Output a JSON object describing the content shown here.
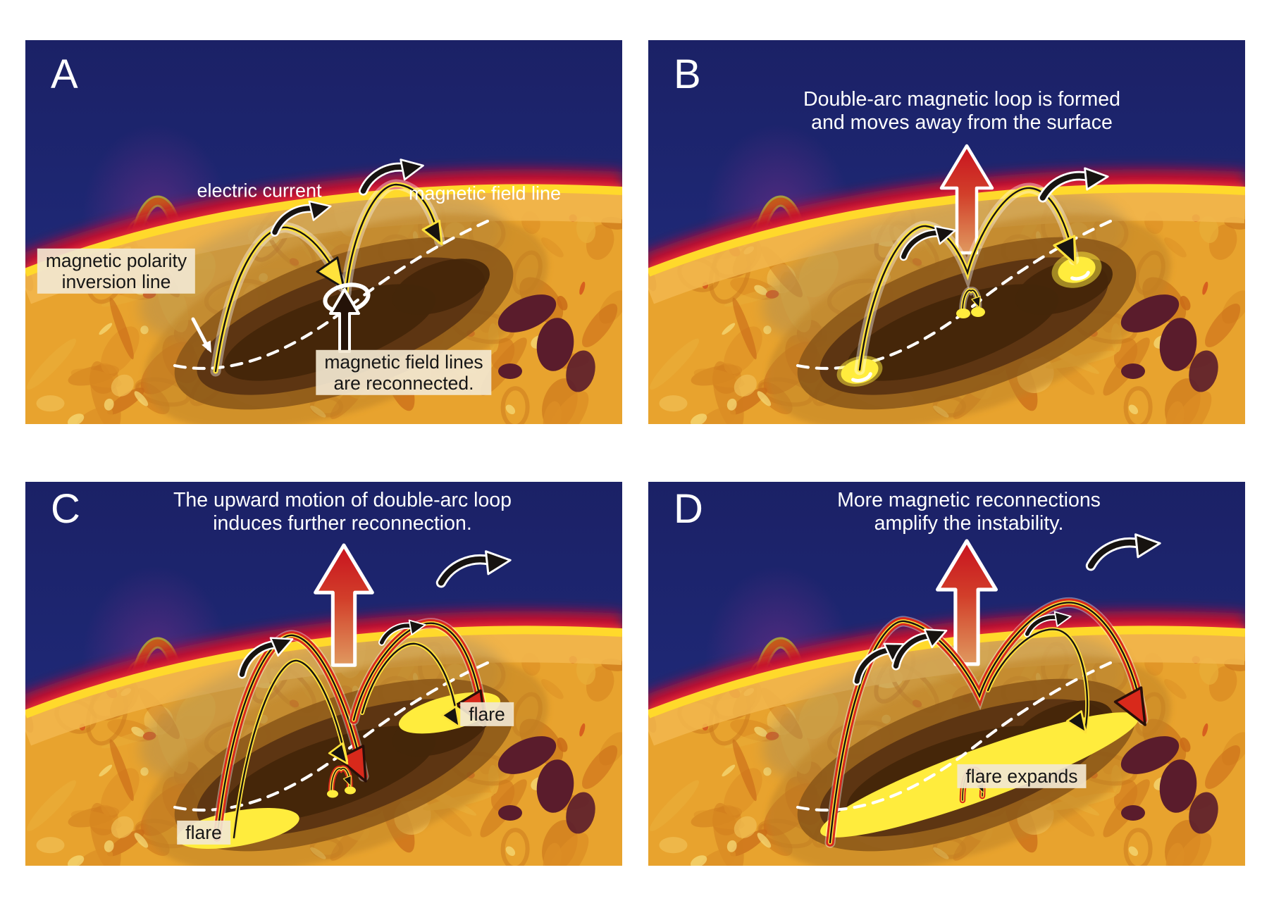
{
  "figure_type": "solar-flare-mechanism-diagram",
  "colors": {
    "sky": "#1e2775",
    "horizon_glow": "#c50b2d",
    "limb_yellow": "#ffd92b",
    "surface_orange": "#e8a32e",
    "sunspot_brown": "#452609",
    "flare_yellow": "#ffec3d",
    "field_line_yellow": "#ffe23c",
    "field_line_red": "#d8291b",
    "up_arrow_red": "#c8121f",
    "label_box_bg": "#f2e7d0",
    "maroon_spot": "#5a1c2c"
  },
  "icons": {
    "red_up_arrow": "upward-eruption-arrow",
    "curved_arrow": "curved-direction-arrow",
    "reconnection_circle": "reconnection-site-ring",
    "dashed_line": "polarity-inversion-dashed-line"
  },
  "panels": [
    {
      "letter": "A",
      "labels": {
        "electric_current": "electric current",
        "magnetic_field_line": "magnetic field line",
        "polarity": [
          "magnetic polarity",
          "inversion line"
        ],
        "reconnected": [
          "magnetic field lines",
          "are reconnected."
        ]
      }
    },
    {
      "letter": "B",
      "title": [
        "Double-arc magnetic loop is formed",
        "and moves away from the surface"
      ]
    },
    {
      "letter": "C",
      "title": [
        "The upward motion of double-arc loop",
        "induces further reconnection."
      ],
      "labels": {
        "flare_left": "flare",
        "flare_right": "flare"
      }
    },
    {
      "letter": "D",
      "title": [
        "More magnetic reconnections",
        "amplify the instability."
      ],
      "labels": {
        "flare_expands": "flare expands"
      }
    }
  ]
}
